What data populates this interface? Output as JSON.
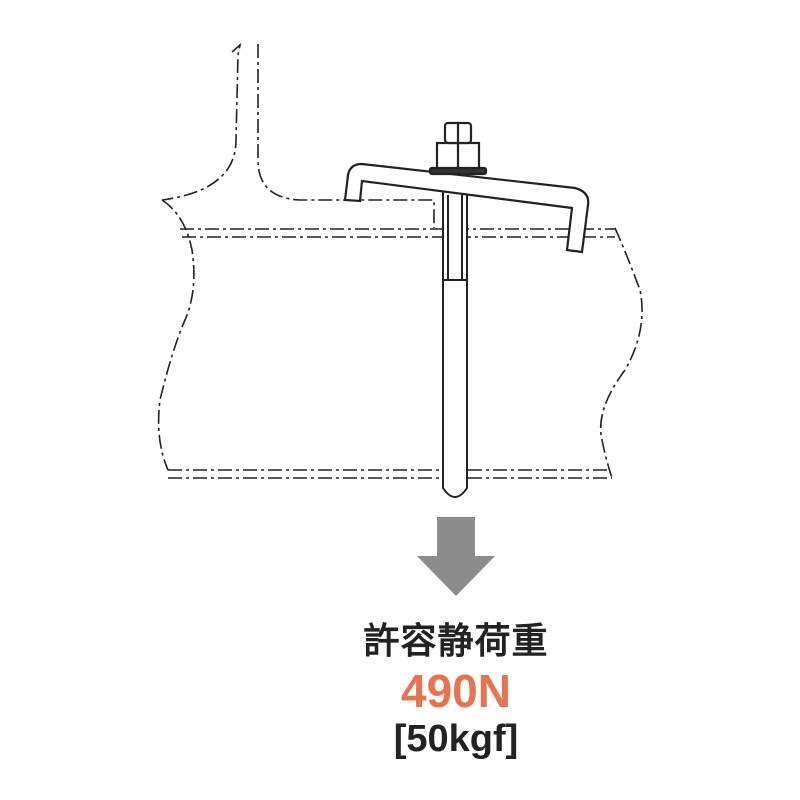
{
  "label": {
    "title": "許容静荷重",
    "load_newton": "490N",
    "load_kgf": "[50kgf]"
  },
  "colors": {
    "accent": "#E8734F",
    "arrow": "#8C8C8C",
    "line": "#222222"
  }
}
